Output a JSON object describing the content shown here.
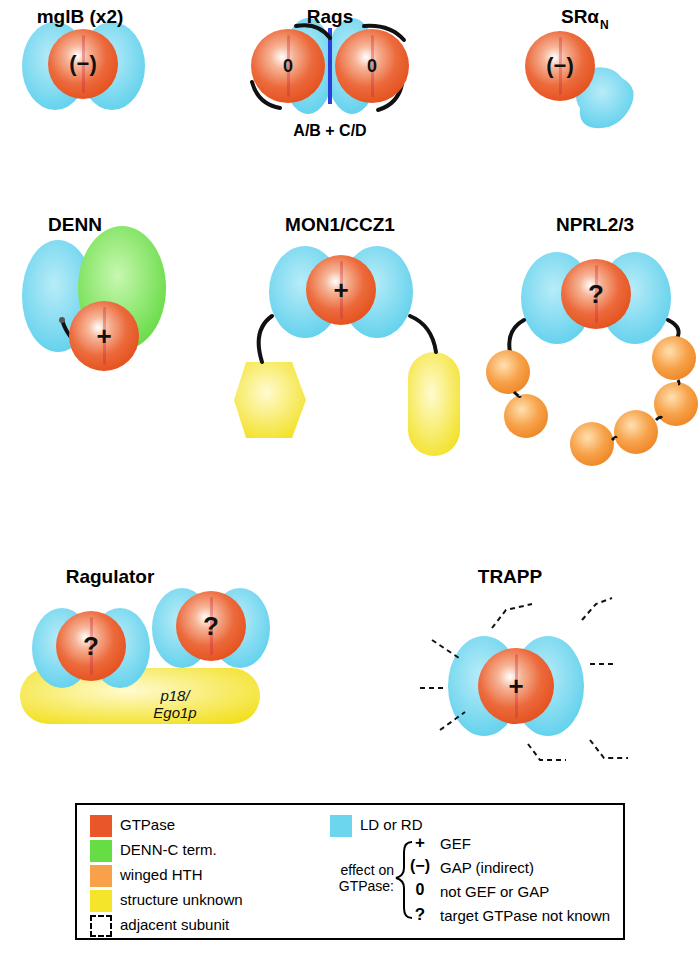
{
  "diagram": {
    "nodes": [
      {
        "text": [
          "(−)"
        ]
      },
      {
        "text": [
          "0"
        ]
      },
      {
        "text": [
          "0"
        ]
      },
      {
        "text": [
          "(−)"
        ]
      },
      {
        "text": [
          "+"
        ]
      },
      {
        "text": [
          "+"
        ]
      },
      {
        "text": [
          "?"
        ]
      },
      {
        "text": [
          "?"
        ]
      },
      {
        "text": [
          "?"
        ]
      },
      {
        "text": [
          "p18/ Ego1p"
        ]
      },
      {
        "text": [
          "+"
        ]
      }
    ],
    "labels": [
      "mglB (x2)",
      "Rags",
      "A/B + C/D",
      "SRα",
      "N",
      "DENN",
      "MON1/CCZ1",
      "NPRL2/3",
      "Ragulator",
      "TRAPP",
      "effect on GTPase:",
      "+",
      "(−)",
      "0",
      "?"
    ],
    "legend": [
      {
        "text": "GTPase",
        "color": "#e8562a"
      },
      {
        "text": "DENN-C term.",
        "color": "#66dd44"
      },
      {
        "text": "winged HTH",
        "color": "#f7a24a"
      },
      {
        "text": "structure unknown",
        "color": "#f5e52a"
      },
      {
        "text": "adjacent subunit"
      },
      {
        "text": "LD or RD",
        "color": "#6cd6ef"
      },
      {
        "text": "GEF"
      },
      {
        "text": "GAP (indirect)"
      },
      {
        "text": "not GEF or GAP"
      },
      {
        "text": "target GTPase not known"
      }
    ]
  }
}
